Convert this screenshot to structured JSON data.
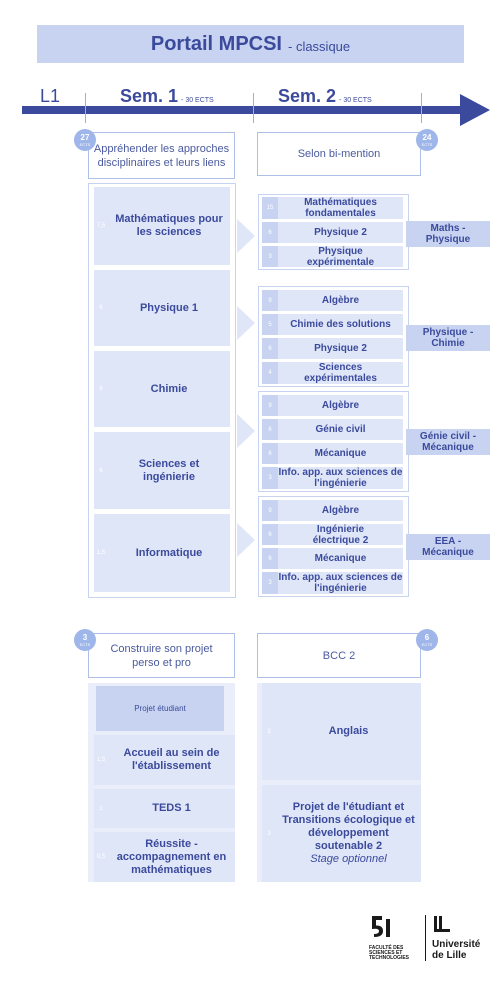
{
  "title": {
    "main": "Portail MPCSI",
    "sub": "- classique"
  },
  "timeline": {
    "year": "L1",
    "sem1": {
      "label": "Sem. 1",
      "ects": "- 30 ECTS"
    },
    "sem2": {
      "label": "Sem. 2",
      "ects": "- 30 ECTS"
    }
  },
  "colors": {
    "primary": "#3b4a9c",
    "light": "#c7d3f0",
    "lighter": "#dfe6f8",
    "badge": "#9fb6ea"
  },
  "block1": {
    "sem1_badge": {
      "value": "27",
      "unit": "ECTS"
    },
    "sem1_title": "Appréhender les approches disciplinaires et leurs liens",
    "sem2_badge": {
      "value": "24",
      "unit": "ECTS"
    },
    "sem2_title": "Selon bi-mention",
    "sem1_courses": [
      {
        "ects": "7,5",
        "label": "Mathématiques pour les sciences"
      },
      {
        "ects": "6",
        "label": "Physique 1"
      },
      {
        "ects": "6",
        "label": "Chimie"
      },
      {
        "ects": "6",
        "label": "Sciences et ingénierie"
      },
      {
        "ects": "1,5",
        "label": "Informatique"
      }
    ],
    "mentions": [
      {
        "name": "Maths - Physique",
        "courses": [
          {
            "ects": "15",
            "label": "Mathématiques fondamentales"
          },
          {
            "ects": "6",
            "label": "Physique 2"
          },
          {
            "ects": "3",
            "label": "Physique expérimentale"
          }
        ]
      },
      {
        "name": "Physique - Chimie",
        "courses": [
          {
            "ects": "9",
            "label": "Algèbre"
          },
          {
            "ects": "5",
            "label": "Chimie des solutions"
          },
          {
            "ects": "6",
            "label": "Physique 2"
          },
          {
            "ects": "4",
            "label": "Sciences expérimentales"
          }
        ]
      },
      {
        "name": "Génie civil - Mécanique",
        "courses": [
          {
            "ects": "9",
            "label": "Algèbre"
          },
          {
            "ects": "6",
            "label": "Génie civil"
          },
          {
            "ects": "6",
            "label": "Mécanique"
          },
          {
            "ects": "3",
            "label": "Info. app. aux sciences de l'ingénierie"
          }
        ]
      },
      {
        "name": "EEA - Mécanique",
        "courses": [
          {
            "ects": "9",
            "label": "Algèbre"
          },
          {
            "ects": "6",
            "label": "Ingénierie électrique 2"
          },
          {
            "ects": "6",
            "label": "Mécanique"
          },
          {
            "ects": "3",
            "label": "Info. app. aux sciences de l'ingénierie"
          }
        ]
      }
    ]
  },
  "block2": {
    "sem1_badge": {
      "value": "3",
      "unit": "ECTS"
    },
    "sem1_title": "Construire son projet perso et pro",
    "sem2_badge": {
      "value": "6",
      "unit": "ECTS"
    },
    "sem2_title": "BCC 2",
    "sem1_courses": [
      {
        "ects": "",
        "label": "Projet étudiant"
      },
      {
        "ects": "1,5",
        "label": "Accueil au sein de l'établissement"
      },
      {
        "ects": "1",
        "label": "TEDS 1"
      },
      {
        "ects": "0,5",
        "label": "Réussite - accompagnement en mathématiques"
      }
    ],
    "sem2_courses": [
      {
        "ects": "3",
        "label": "Anglais",
        "note": ""
      },
      {
        "ects": "3",
        "label": "Projet de l'étudiant et Transitions écologique et développement soutenable 2",
        "note": "Stage optionnel"
      }
    ]
  },
  "footer": {
    "faculty_logo": "FACULTÉ DES SCIENCES ET TECHNOLOGIES",
    "university_logo": "Université de Lille"
  }
}
